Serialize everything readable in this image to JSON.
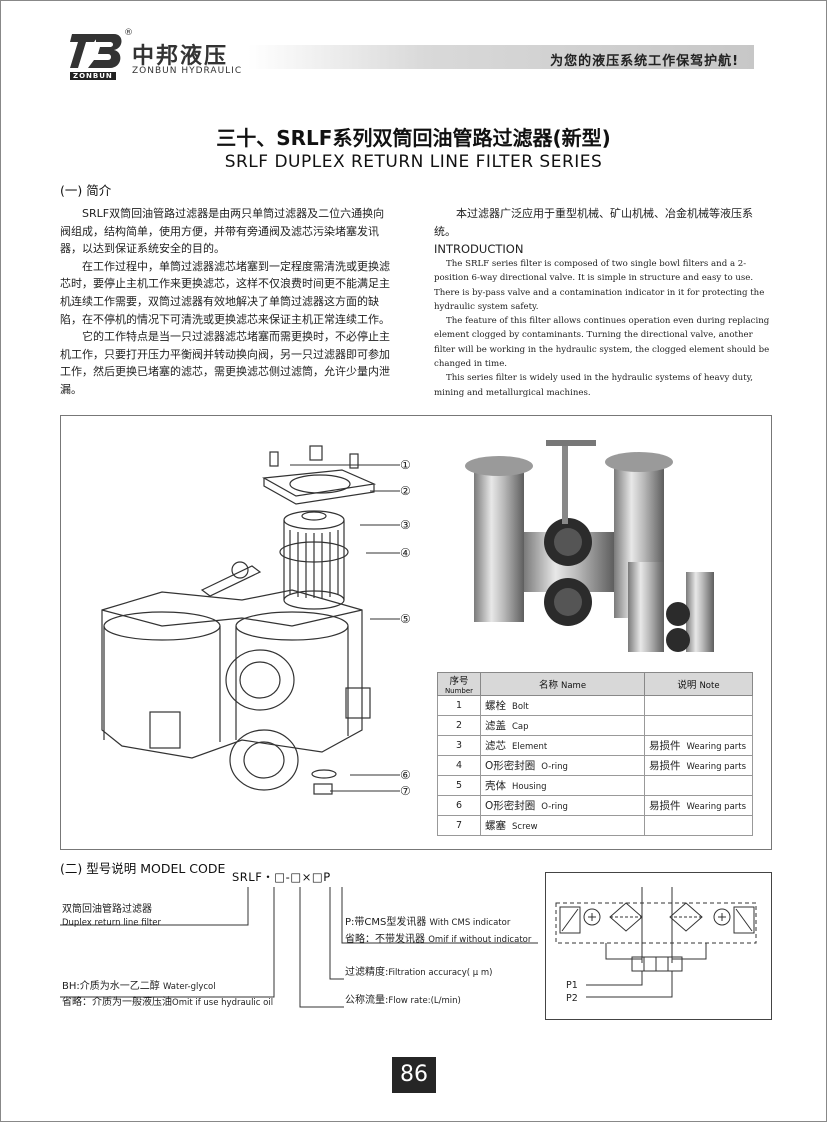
{
  "header": {
    "brand_cn": "中邦液压",
    "brand_en": "ZONBUN HYDRAULIC",
    "brand_short": "ZONBUN",
    "registered": "®",
    "slogan": "为您的液压系统工作保驾护航!"
  },
  "title": {
    "cn": "三十、SRLF系列双筒回油管路过滤器(新型)",
    "en": "SRLF DUPLEX RETURN LINE FILTER SERIES"
  },
  "intro": {
    "heading": "(一) 简介",
    "cn_paragraphs": [
      "SRLF双筒回油管路过滤器是由两只单筒过滤器及二位六通换向阀组成，结构简单，使用方便，并带有旁通阀及滤芯污染堵塞发讯器，以达到保证系统安全的目的。",
      "在工作过程中，单筒过滤器滤芯堵塞到一定程度需清洗或更换滤芯时，要停止主机工作来更换滤芯，这样不仅浪费时间更不能满足主机连续工作需要，双筒过滤器有效地解决了单筒过滤器这方面的缺陷，在不停机的情况下可清洗或更换滤芯来保证主机正常连续工作。",
      "它的工作特点是当一只过滤器滤芯堵塞而需更换时，不必停止主机工作，只要打开压力平衡阀并转动换向阀，另一只过滤器即可参加工作，然后更换已堵塞的滤芯，需更换滤芯侧过滤筒，允许少量内泄漏。"
    ],
    "cn_right": "本过滤器广泛应用于重型机械、矿山机械、冶金机械等液压系统。",
    "en_heading": "INTRODUCTION",
    "en_paragraphs": [
      "The SRLF series filter is composed of two single bowl filters and a 2-position 6-way directional valve. It is simple in structure and easy to use. There is by-pass valve and a contamination indicator in it for protecting the hydraulic system safety.",
      "The feature of this filter allows continues operation even during replacing element clogged by contaminants. Turning the directional valve, another filter will be working in the hydraulic system, the clogged element should be changed in time.",
      "This series filter is widely used in the hydraulic systems of heavy duty, mining and metallurgical machines."
    ]
  },
  "callouts": [
    "①",
    "②",
    "③",
    "④",
    "⑤",
    "⑥",
    "⑦"
  ],
  "parts_table": {
    "headers": {
      "no_cn": "序号",
      "no_en": "Number",
      "name_cn": "名称",
      "name_en": "Name",
      "note_cn": "说明",
      "note_en": "Note"
    },
    "rows": [
      {
        "no": "1",
        "cn": "螺栓",
        "en": "Bolt",
        "note_cn": "",
        "note_en": ""
      },
      {
        "no": "2",
        "cn": "滤盖",
        "en": "Cap",
        "note_cn": "",
        "note_en": ""
      },
      {
        "no": "3",
        "cn": "滤芯",
        "en": "Element",
        "note_cn": "易损件",
        "note_en": "Wearing parts"
      },
      {
        "no": "4",
        "cn": "O形密封圈",
        "en": "O-ring",
        "note_cn": "易损件",
        "note_en": "Wearing parts"
      },
      {
        "no": "5",
        "cn": "壳体",
        "en": "Housing",
        "note_cn": "",
        "note_en": ""
      },
      {
        "no": "6",
        "cn": "O形密封圈",
        "en": "O-ring",
        "note_cn": "易损件",
        "note_en": "Wearing parts"
      },
      {
        "no": "7",
        "cn": "螺塞",
        "en": "Screw",
        "note_cn": "",
        "note_en": ""
      }
    ]
  },
  "model_code": {
    "heading": "(二) 型号说明 MODEL CODE",
    "code": "SRLF・□-□×□P",
    "labels": {
      "product_cn": "双筒回油管路过滤器",
      "product_en": "Duplex return line filter",
      "bh_cn": "BH:介质为水一乙二醇",
      "bh_en": "Water-glycol",
      "omit_cn": "省略：介质为一般液压油",
      "omit_en": "Omit  if use hydraulic oil",
      "p_cn": "P:带CMS型发讯器",
      "p_en": "With CMS indicator",
      "p_omit_cn": "省略：不带发讯器",
      "p_omit_en": "Omif if without indicator",
      "accuracy_cn": "过滤精度:",
      "accuracy_en": "Filtration accuracy( μ m)",
      "flow_cn": "公称流量:",
      "flow_en": "Flow rate:(L/min)"
    },
    "schematic": {
      "p1": "P1",
      "p2": "P2"
    }
  },
  "page_number": "86"
}
